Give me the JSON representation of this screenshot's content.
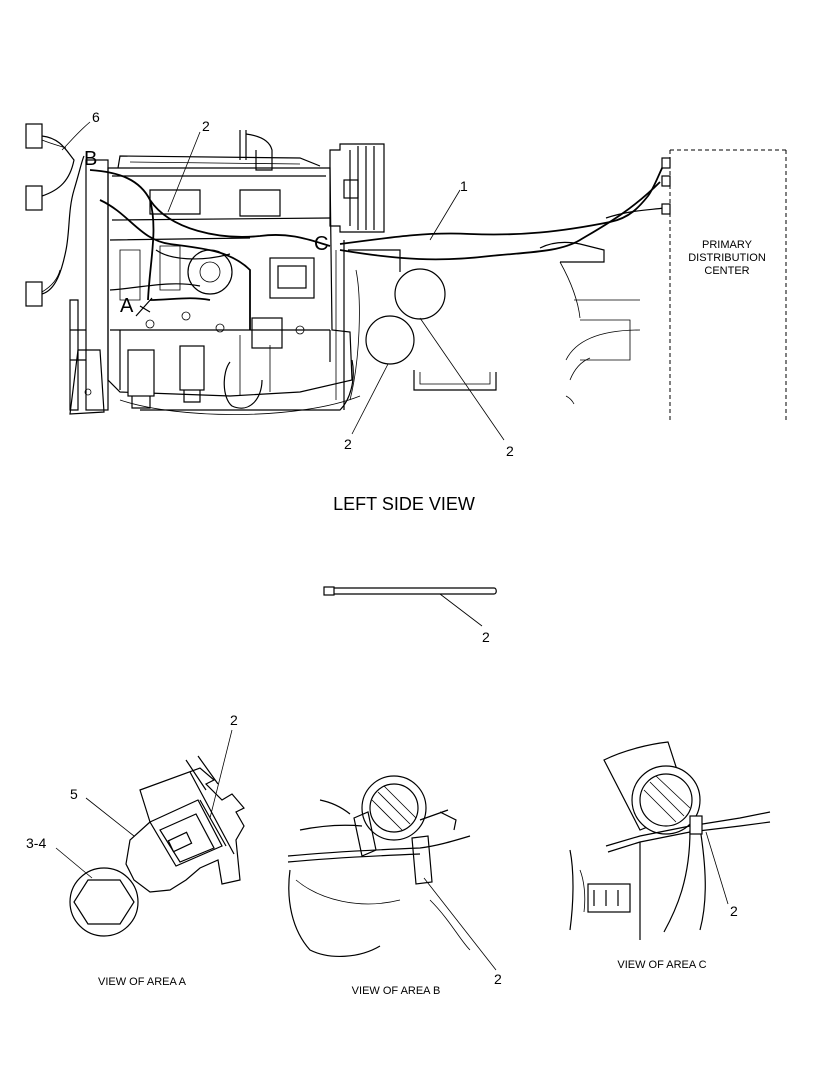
{
  "main_view": {
    "title": "LEFT SIDE VIEW",
    "area_letters": {
      "a": "A",
      "b": "B",
      "c": "C"
    },
    "distribution_box": {
      "line1": "PRIMARY",
      "line2": "DISTRIBUTION",
      "line3": "CENTER"
    },
    "callouts": [
      "6",
      "2",
      "1",
      "2",
      "2"
    ]
  },
  "tie_strap": {
    "callout": "2"
  },
  "views": [
    {
      "caption": "VIEW OF AREA A",
      "callouts": [
        "2",
        "5",
        "3-4"
      ]
    },
    {
      "caption": "VIEW OF AREA B",
      "callouts": [
        "2"
      ]
    },
    {
      "caption": "VIEW OF AREA C",
      "callouts": [
        "2"
      ]
    }
  ]
}
